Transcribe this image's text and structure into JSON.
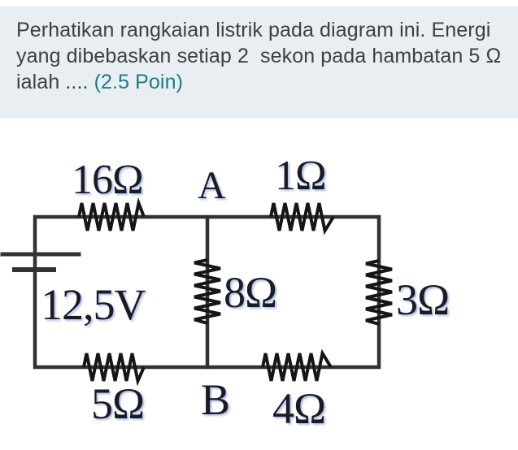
{
  "question": {
    "lines": [
      "Perhatikan rangkaian listrik pada diagram ini. Energi",
      "yang dibebaskan setiap 2  sekon pada hambatan 5 Ω",
      "ialah .... "
    ],
    "points_label": "(2.5 Poin)"
  },
  "colors": {
    "card_background": "#e8eef1",
    "question_text": "#3c4043",
    "points_teal": "#1d7b84",
    "circuit_ink": "#1b1c22"
  },
  "circuit": {
    "labels": {
      "r16": "16Ω",
      "r1": "1Ω",
      "r8": "8Ω",
      "r3": "3Ω",
      "r5": "5Ω",
      "r4": "4Ω",
      "node_a": "A",
      "node_b": "B",
      "battery": "12,5V"
    }
  }
}
